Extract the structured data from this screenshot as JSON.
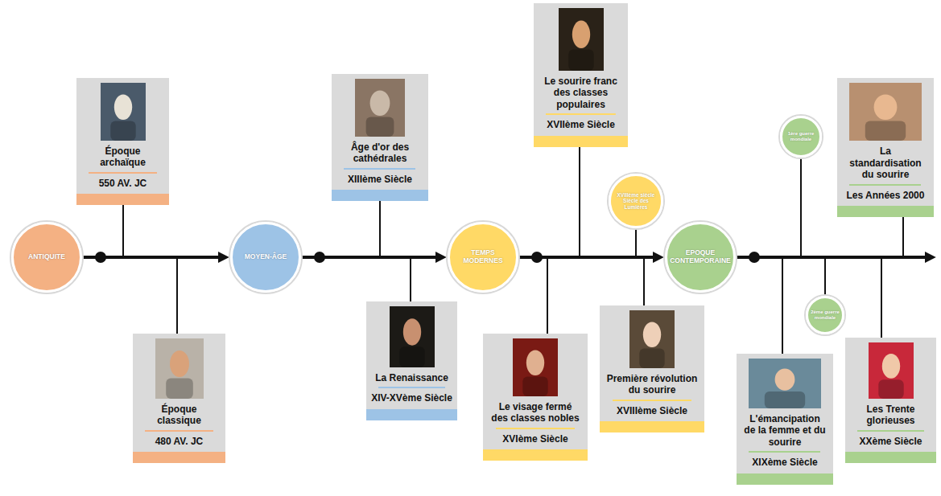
{
  "diagram": {
    "nodes": [
      {
        "text": [
          "ANTIQUITE"
        ]
      },
      {
        "text": [
          "Époque archaïque",
          "550 AV. JC"
        ]
      },
      {
        "text": [
          "Époque classique",
          "480 AV. JC"
        ]
      },
      {
        "text": [
          "MOYEN-ÂGE"
        ]
      },
      {
        "text": [
          "Âge d'or des cathédrales",
          "XIIIème Siècle"
        ]
      },
      {
        "text": [
          "La Renaissance",
          "XIV-XVème Siècle"
        ]
      },
      {
        "text": [
          "TEMPS MODERNES"
        ]
      },
      {
        "text": [
          "Le visage fermé des classes nobles",
          "XVIème Siècle"
        ]
      },
      {
        "text": [
          "Le sourire franc des classes populaires",
          "XVIIème Siècle"
        ]
      },
      {
        "text": [
          "XVIIIème siècle Siècle des Lumières"
        ]
      },
      {
        "text": [
          "Première révolution du sourire",
          "XVIIIème Siècle"
        ]
      },
      {
        "text": [
          "EPOQUE CONTEMPORAINE"
        ]
      },
      {
        "text": [
          "L'émancipation de la femme et du sourire",
          "XIXème Siècle"
        ]
      },
      {
        "text": [
          "1ère guerre mondiale"
        ]
      },
      {
        "text": [
          "2ème guerre mondiale"
        ]
      },
      {
        "text": [
          "Les Trente glorieuses",
          "XXème Siècle"
        ]
      },
      {
        "text": [
          "La standardisation du sourire",
          "Les Années 2000"
        ]
      }
    ],
    "edges": [
      {
        "from": 0,
        "to": 3,
        "arrow": "to"
      },
      {
        "from": 3,
        "to": 6,
        "arrow": "to"
      },
      {
        "from": 6,
        "to": 11,
        "arrow": "to"
      }
    ]
  }
}
